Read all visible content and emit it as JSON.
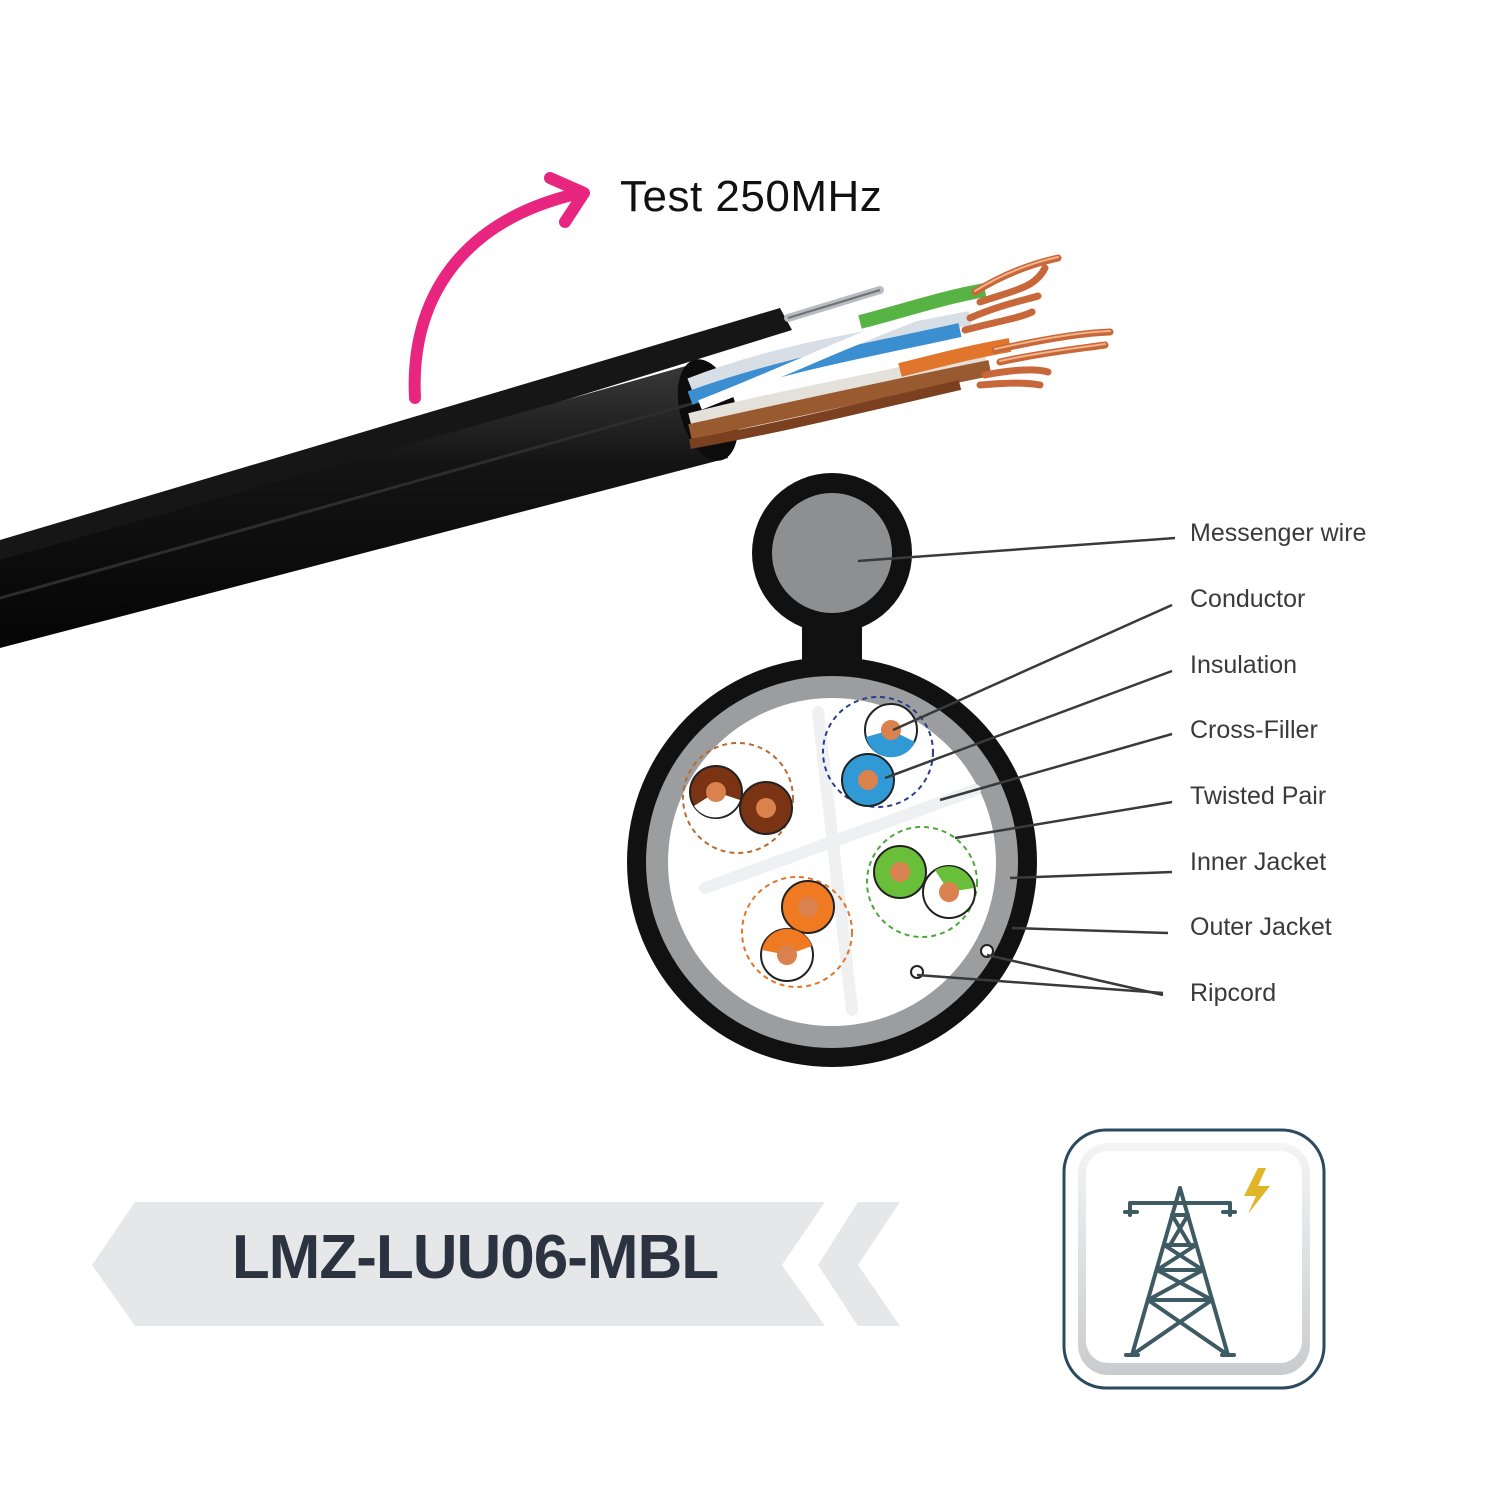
{
  "test_label": "Test 250MHz",
  "callouts": [
    "Messenger wire",
    "Conductor",
    "Insulation",
    "Cross-Filler",
    "Twisted Pair",
    "Inner Jacket",
    "Outer Jacket",
    "Ripcord"
  ],
  "model": "LMZ-LUU06-MBL",
  "badge_icon": "power-tower-lightning-icon",
  "colors": {
    "arrow": "#e8267f",
    "jacket": "#111111",
    "inner_jacket": "#9a9a9a",
    "copper": "#d9824d",
    "pair_brown": "#7a3414",
    "pair_blue": "#2f9ad6",
    "pair_green": "#6abf3a",
    "pair_orange": "#ef7a22",
    "model_text": "#2b3240",
    "banner": "#e6e7e9",
    "badge_border": "#2c4a5e",
    "tower": "#3e5a62",
    "lightning": "#e0b52a"
  }
}
